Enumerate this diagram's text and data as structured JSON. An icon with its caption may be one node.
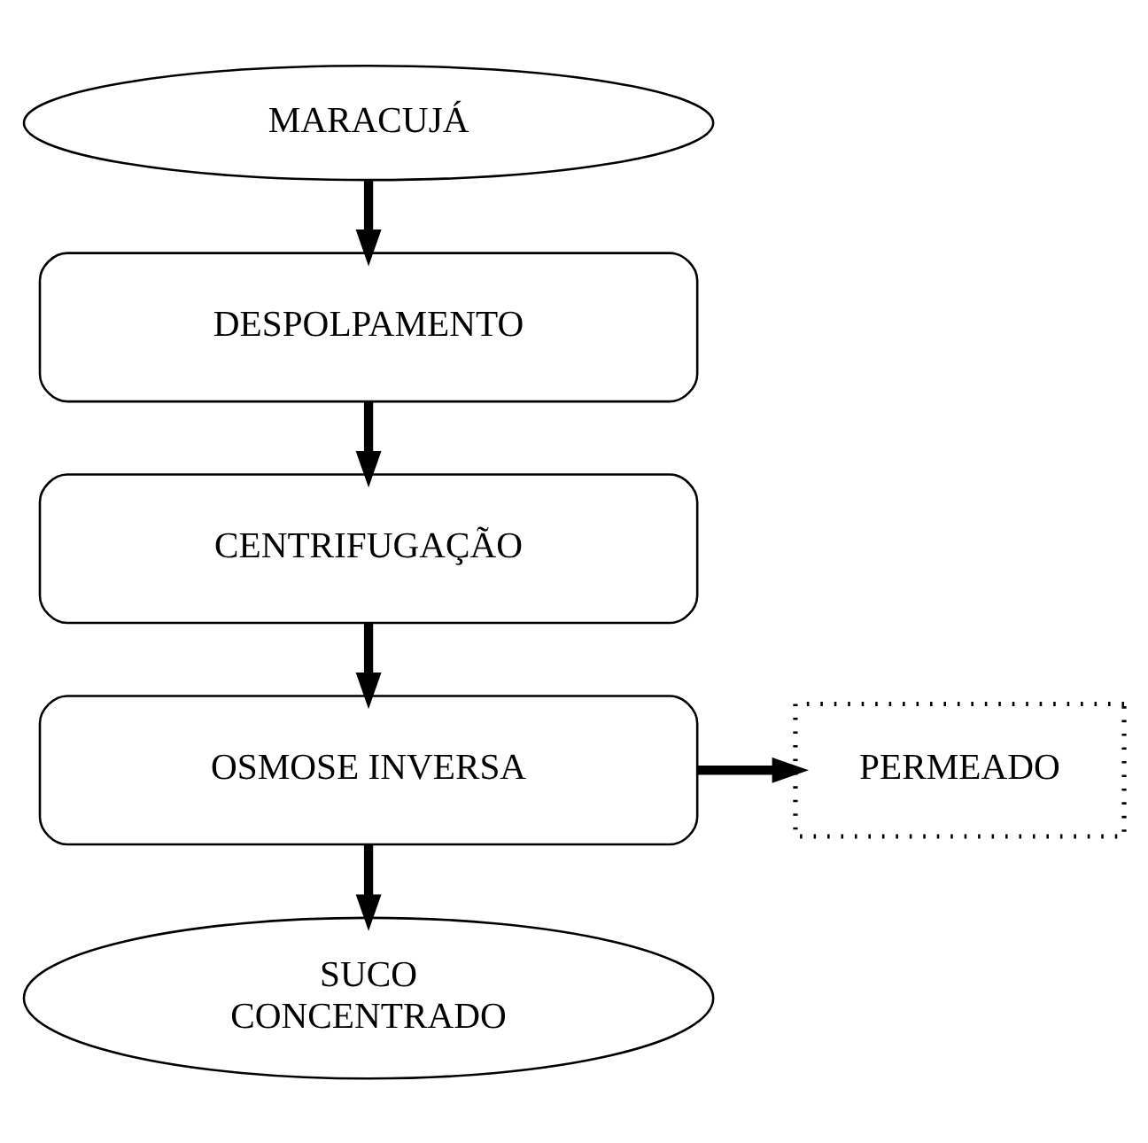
{
  "diagram": {
    "nodes": [
      {
        "text": [
          "MARACUJÁ"
        ]
      },
      {
        "text": [
          "DESPOLPAMENTO"
        ]
      },
      {
        "text": [
          "CENTRIFUGAÇÃO"
        ]
      },
      {
        "text": [
          "OSMOSE INVERSA"
        ]
      },
      {
        "text": [
          "PERMEADO"
        ]
      },
      {
        "text": [
          "SUCO CONCENTRADO"
        ]
      }
    ],
    "edges": [
      {
        "from": 0,
        "to": 1,
        "arrow": "to"
      },
      {
        "from": 1,
        "to": 2,
        "arrow": "to"
      },
      {
        "from": 2,
        "to": 3,
        "arrow": "to"
      },
      {
        "from": 3,
        "to": 4,
        "arrow": "to"
      },
      {
        "from": 3,
        "to": 5,
        "arrow": "to"
      }
    ]
  }
}
